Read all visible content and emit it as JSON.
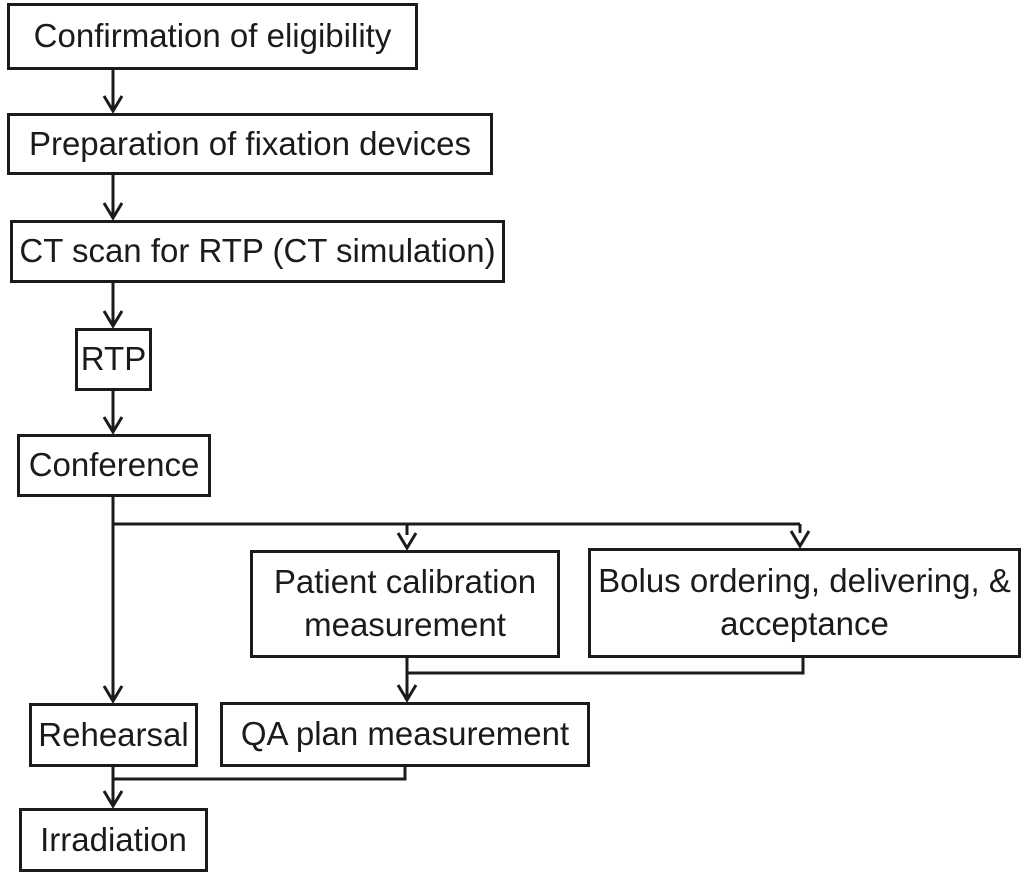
{
  "diagram": {
    "type": "flowchart",
    "colors": {
      "line": "#1b1b1b",
      "background": "#ffffff",
      "box_fill": "#ffffff"
    },
    "nodes": [
      {
        "id": "eligibility",
        "label": "Confirmation of eligibility"
      },
      {
        "id": "fixation",
        "label": "Preparation of fixation devices"
      },
      {
        "id": "ct-scan",
        "label": "CT scan for RTP (CT simulation)"
      },
      {
        "id": "rtp",
        "label": "RTP"
      },
      {
        "id": "conference",
        "label": "Conference"
      },
      {
        "id": "patient-calibration",
        "label": "Patient calibration measurement"
      },
      {
        "id": "bolus",
        "label": "Bolus ordering, delivering, & acceptance"
      },
      {
        "id": "rehearsal",
        "label": "Rehearsal"
      },
      {
        "id": "qa-plan",
        "label": "QA plan measurement"
      },
      {
        "id": "irradiation",
        "label": "Irradiation"
      }
    ],
    "edges": [
      {
        "from": "eligibility",
        "to": "fixation"
      },
      {
        "from": "fixation",
        "to": "ct-scan"
      },
      {
        "from": "ct-scan",
        "to": "rtp"
      },
      {
        "from": "rtp",
        "to": "conference"
      },
      {
        "from": "conference",
        "to": "rehearsal"
      },
      {
        "from": "conference",
        "to": "patient-calibration"
      },
      {
        "from": "conference",
        "to": "bolus"
      },
      {
        "from": "patient-calibration",
        "to": "qa-plan"
      },
      {
        "from": "bolus",
        "to": "qa-plan"
      },
      {
        "from": "rehearsal",
        "to": "irradiation"
      },
      {
        "from": "qa-plan",
        "to": "irradiation"
      }
    ]
  }
}
